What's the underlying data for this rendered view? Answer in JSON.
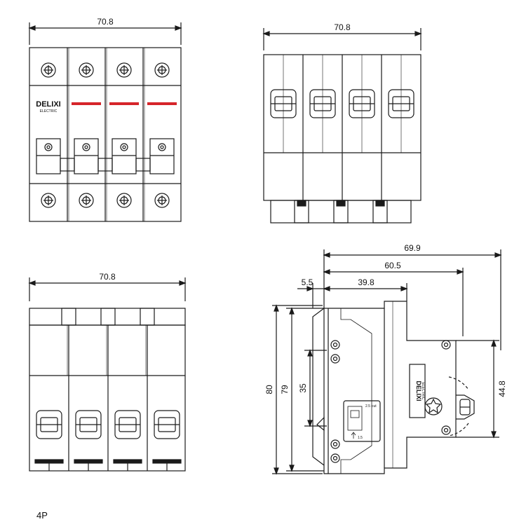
{
  "dimensions": {
    "front_width": "70.8",
    "top_width": "70.8",
    "bottom_width": "70.8",
    "side_overall_depth": "69.9",
    "side_depth_to_front": "60.5",
    "side_offset": "5.5",
    "side_body_depth": "39.8",
    "side_height_total": "80",
    "side_height_body": "79",
    "side_height_rail": "35",
    "side_height_cover": "44.8"
  },
  "brand": {
    "name": "DELIXI",
    "sub": "ELECTRIC"
  },
  "label_card": {
    "line1": "2.5",
    "line2": "cut",
    "line3": "1.5"
  },
  "variant_label": "4P",
  "colors": {
    "line": "#1a1a1a",
    "brand_red": "#d6252a"
  }
}
